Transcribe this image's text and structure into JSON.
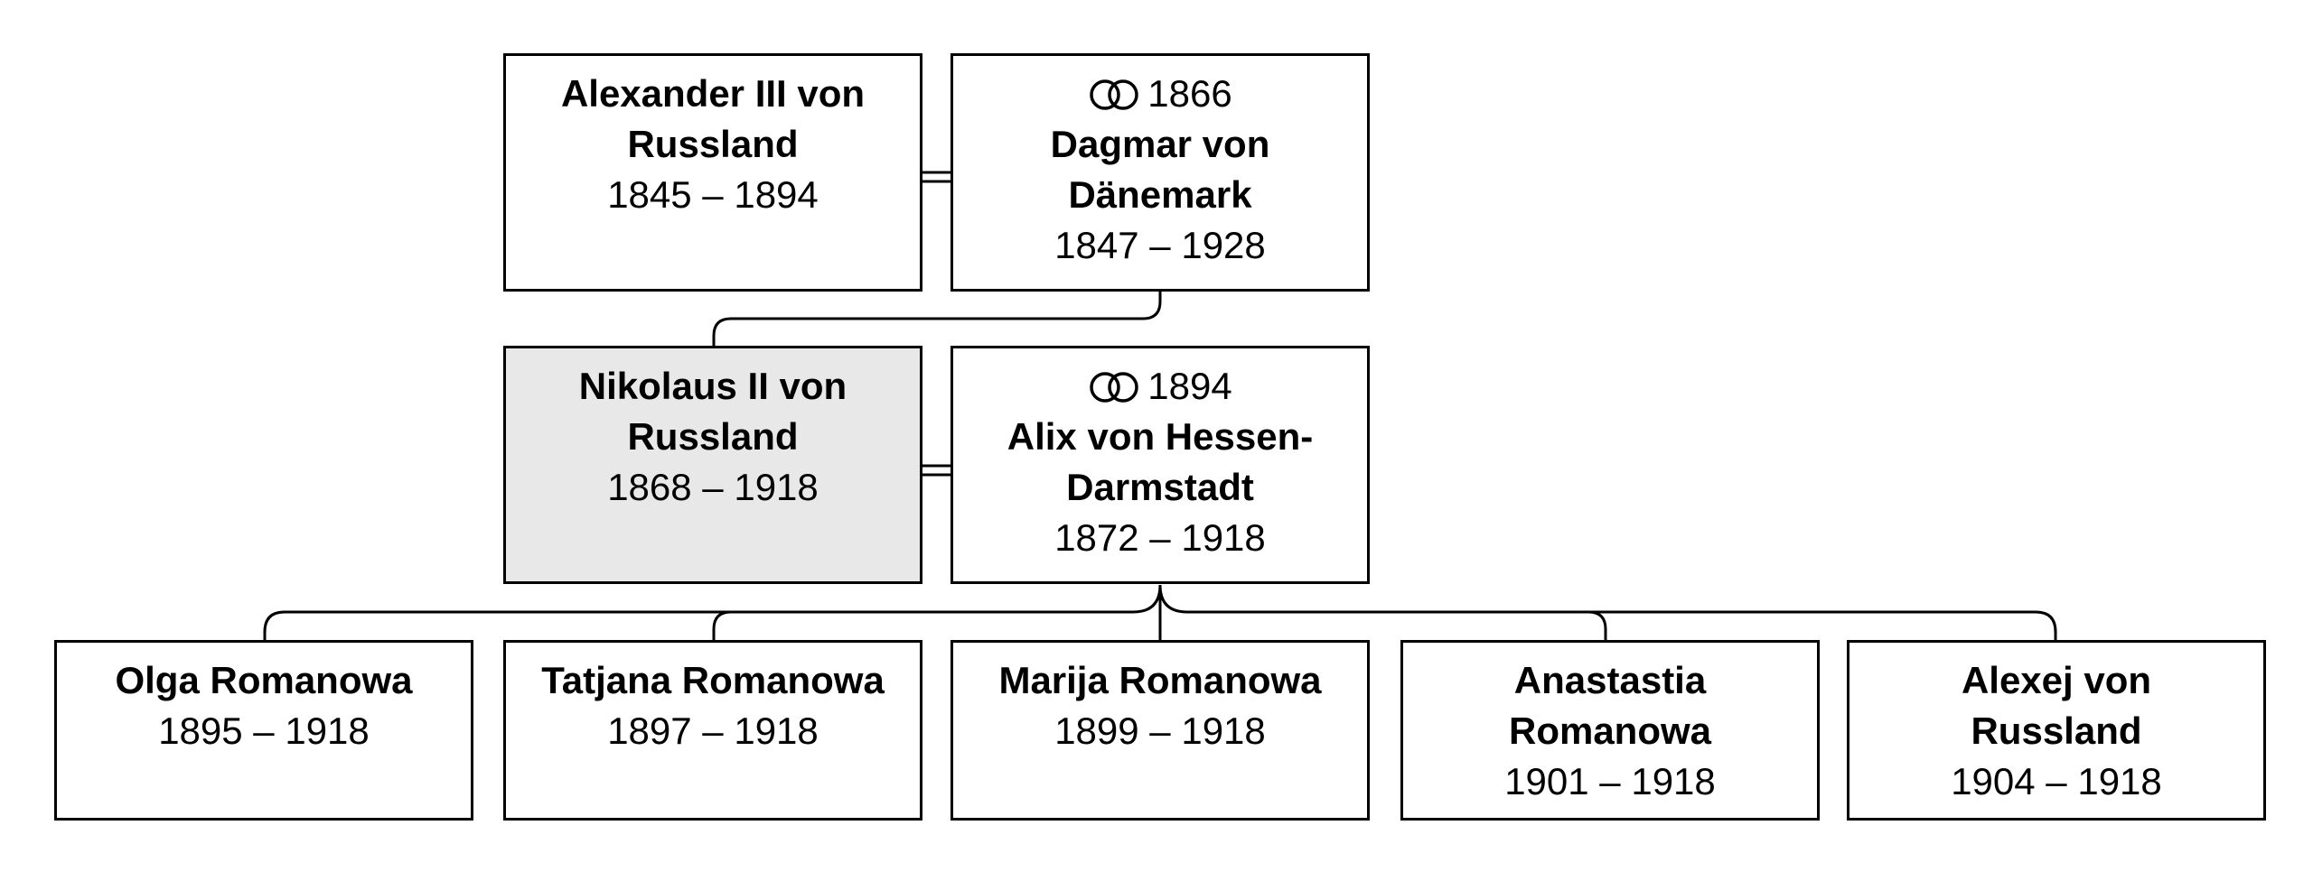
{
  "generation_1": {
    "father": {
      "name_line_1": "Alexander III von",
      "name_line_2": "Russland",
      "dates": "1845 – 1894"
    },
    "mother": {
      "marriage_year": "1866",
      "marriage_icon": "wedding-rings-icon",
      "name_line_1": "Dagmar von",
      "name_line_2": "Dänemark",
      "dates": "1847 – 1928"
    }
  },
  "generation_2": {
    "father": {
      "name_line_1": "Nikolaus II von",
      "name_line_2": "Russland",
      "dates": "1868 – 1918",
      "highlighted": true
    },
    "mother": {
      "marriage_year": "1894",
      "marriage_icon": "wedding-rings-icon",
      "name_line_1": "Alix von Hessen-",
      "name_line_2": "Darmstadt",
      "dates": "1872 – 1918"
    }
  },
  "children": [
    {
      "name_line_1": "Olga Romanowa",
      "name_line_2": "",
      "dates": "1895 – 1918"
    },
    {
      "name_line_1": "Tatjana Romanowa",
      "name_line_2": "",
      "dates": "1897 – 1918"
    },
    {
      "name_line_1": "Marija Romanowa",
      "name_line_2": "",
      "dates": "1899 – 1918"
    },
    {
      "name_line_1": "Anastastia",
      "name_line_2": "Romanowa",
      "dates": "1901 – 1918"
    },
    {
      "name_line_1": "Alexej von",
      "name_line_2": "Russland",
      "dates": "1904 – 1918"
    }
  ],
  "colors": {
    "border": "#000000",
    "highlight_fill": "#e8e8e8",
    "box_fill": "#ffffff"
  }
}
